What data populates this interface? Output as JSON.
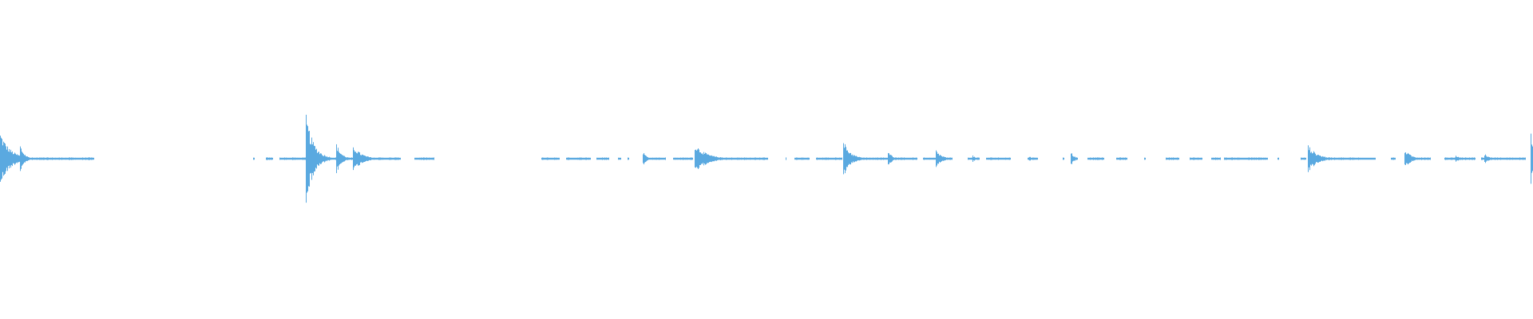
{
  "waveform": {
    "color": "#5aa9e0",
    "background": "#ffffff",
    "duration": 100,
    "baseline_amplitude": 0.006,
    "transients": [
      {
        "t": 0.0,
        "peak": 0.19,
        "decay": 1.4
      },
      {
        "t": 1.3,
        "peak": 0.1,
        "decay": 0.6
      },
      {
        "t": 19.9,
        "peak": 0.34,
        "decay": 1.1
      },
      {
        "t": 21.9,
        "peak": 0.12,
        "decay": 0.7
      },
      {
        "t": 23.0,
        "peak": 0.1,
        "decay": 1.2
      },
      {
        "t": 41.9,
        "peak": 0.06,
        "decay": 0.5
      },
      {
        "t": 45.3,
        "peak": 0.11,
        "decay": 1.6
      },
      {
        "t": 55.0,
        "peak": 0.13,
        "decay": 1.0
      },
      {
        "t": 57.9,
        "peak": 0.07,
        "decay": 0.5
      },
      {
        "t": 61.0,
        "peak": 0.07,
        "decay": 0.8
      },
      {
        "t": 63.4,
        "peak": 0.03,
        "decay": 0.4
      },
      {
        "t": 67.1,
        "peak": 0.025,
        "decay": 0.3
      },
      {
        "t": 69.8,
        "peak": 0.06,
        "decay": 0.5
      },
      {
        "t": 85.3,
        "peak": 0.1,
        "decay": 1.3
      },
      {
        "t": 91.6,
        "peak": 0.07,
        "decay": 0.9
      },
      {
        "t": 94.9,
        "peak": 0.03,
        "decay": 0.6
      },
      {
        "t": 96.8,
        "peak": 0.04,
        "decay": 0.6
      },
      {
        "t": 99.8,
        "peak": 0.27,
        "decay": 0.3
      }
    ],
    "sound_regions": [
      [
        0.0,
        6.1
      ],
      [
        16.5,
        16.6
      ],
      [
        17.3,
        17.8
      ],
      [
        18.2,
        19.9
      ],
      [
        19.9,
        26.1
      ],
      [
        27.0,
        28.3
      ],
      [
        35.3,
        36.5
      ],
      [
        36.9,
        38.5
      ],
      [
        38.9,
        39.7
      ],
      [
        40.3,
        40.5
      ],
      [
        40.9,
        41.0
      ],
      [
        41.9,
        43.4
      ],
      [
        43.9,
        45.2
      ],
      [
        45.3,
        50.1
      ],
      [
        51.2,
        51.3
      ],
      [
        51.8,
        52.8
      ],
      [
        53.2,
        54.9
      ],
      [
        55.0,
        59.8
      ],
      [
        60.2,
        62.1
      ],
      [
        63.1,
        63.9
      ],
      [
        64.3,
        65.9
      ],
      [
        67.0,
        67.7
      ],
      [
        69.3,
        69.4
      ],
      [
        69.8,
        70.3
      ],
      [
        70.9,
        72.0
      ],
      [
        72.8,
        73.5
      ],
      [
        74.6,
        74.7
      ],
      [
        76.0,
        76.9
      ],
      [
        77.6,
        78.4
      ],
      [
        79.0,
        79.6
      ],
      [
        79.8,
        82.7
      ],
      [
        83.3,
        83.4
      ],
      [
        84.8,
        85.2
      ],
      [
        85.3,
        89.7
      ],
      [
        90.7,
        91.0
      ],
      [
        91.6,
        93.3
      ],
      [
        94.2,
        96.2
      ],
      [
        96.6,
        99.5
      ],
      [
        99.8,
        100.0
      ]
    ]
  }
}
